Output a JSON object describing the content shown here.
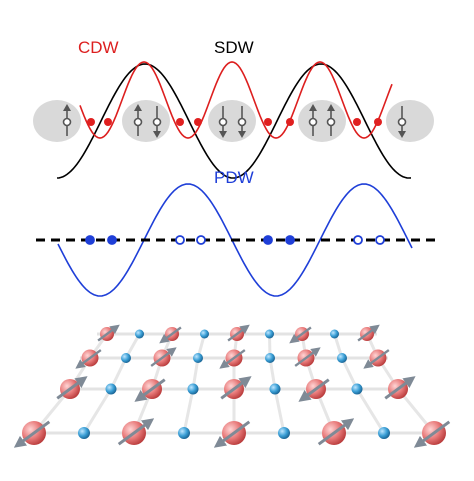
{
  "labels": {
    "cdw": "CDW",
    "sdw": "SDW",
    "pdw": "PDW"
  },
  "colors": {
    "cdw": "#dd1f1f",
    "sdw": "#000000",
    "pdw": "#1f3fd8",
    "site_shade": "#d9d9d9",
    "lattice_line": "#e6e6e6",
    "big_atom": "#e87a7a",
    "small_atom": "#3a9fd6",
    "spin_arrow": "#7f8a96"
  },
  "icons": {
    "spin_up": "arrow-up-icon",
    "spin_down": "arrow-down-icon",
    "charge_dot": "red-dot-icon",
    "pair_filled": "filled-circle-icon",
    "pair_open": "open-circle-icon"
  }
}
